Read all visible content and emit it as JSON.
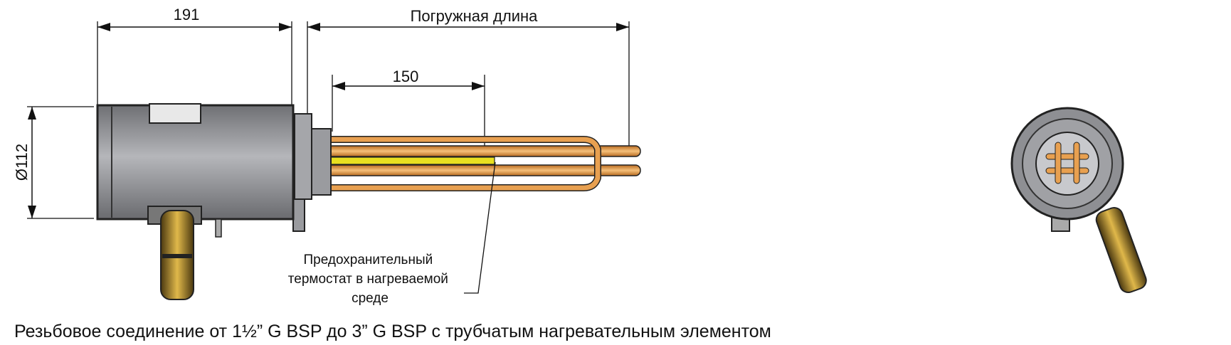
{
  "dimensions": {
    "housing_length": "191",
    "immersion_length": "Погружная длина",
    "thermostat_length": "150",
    "diameter": "Ø112"
  },
  "annotation": {
    "line1": "Предохранительный",
    "line2": "термостат в нагреваемой",
    "line3": "среде"
  },
  "caption": "Резьбовое соединение от 1½” G BSP до 3” G BSP с трубчатым нагревательным элементом",
  "colors": {
    "housing": "#8e8f93",
    "rods": "#e8a050",
    "sensor": "#e8e020",
    "brass": "#b08a2a"
  }
}
